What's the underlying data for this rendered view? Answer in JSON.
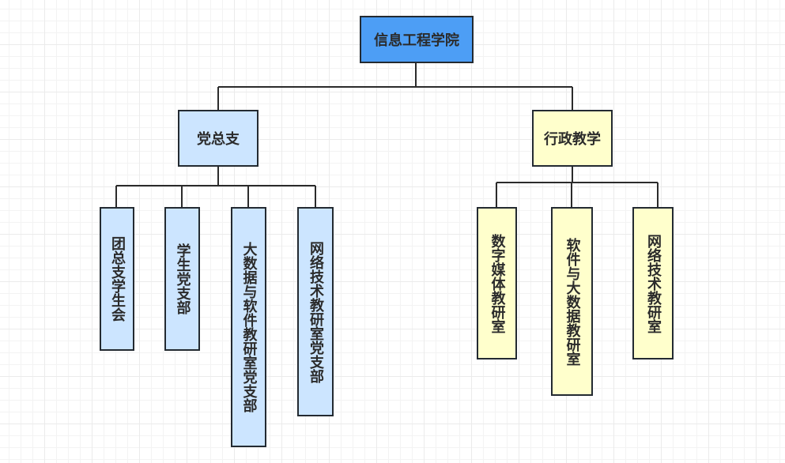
{
  "colors": {
    "root": "#4d9ef5",
    "branch_left": "#cce5ff",
    "branch_right": "#ffffcc",
    "border": "#232a31",
    "line": "#2b2b2b"
  },
  "root": {
    "label": "信息工程学院"
  },
  "left": {
    "label": "党总支",
    "children": [
      "团总支学生会",
      "学生党支部",
      "大数据与软件教研室党支部",
      "网络技术教研室党支部"
    ]
  },
  "right": {
    "label": "行政教学",
    "children": [
      "数字媒体教研室",
      "软件与大数据教研室",
      "网络技术教研室"
    ]
  }
}
